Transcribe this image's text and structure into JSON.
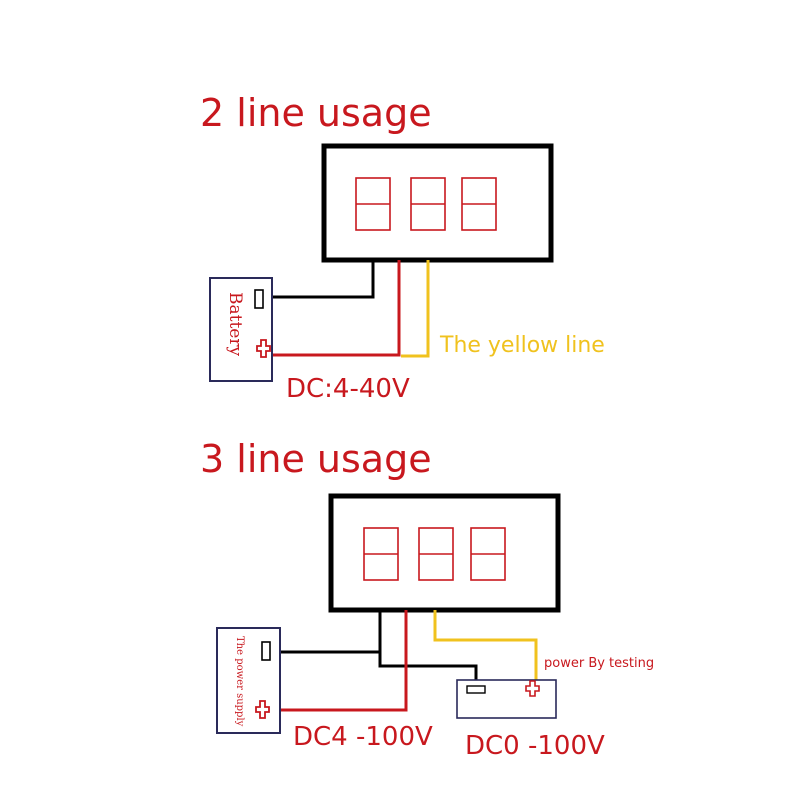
{
  "two_line": {
    "title": "2 line usage",
    "battery_label": "Battery",
    "yellow_label": "The yellow line",
    "voltage_label": "DC:4-40V"
  },
  "three_line": {
    "title": "3 line usage",
    "supply_label": "The power supply",
    "testing_label": "power By testing",
    "supply_voltage": "DC4 -100V",
    "testing_voltage": "DC0 -100V"
  },
  "colors": {
    "wire_black": "#000000",
    "wire_red": "#c8181e",
    "wire_yellow": "#f0c21e",
    "box_blue": "#2a2a5a"
  }
}
